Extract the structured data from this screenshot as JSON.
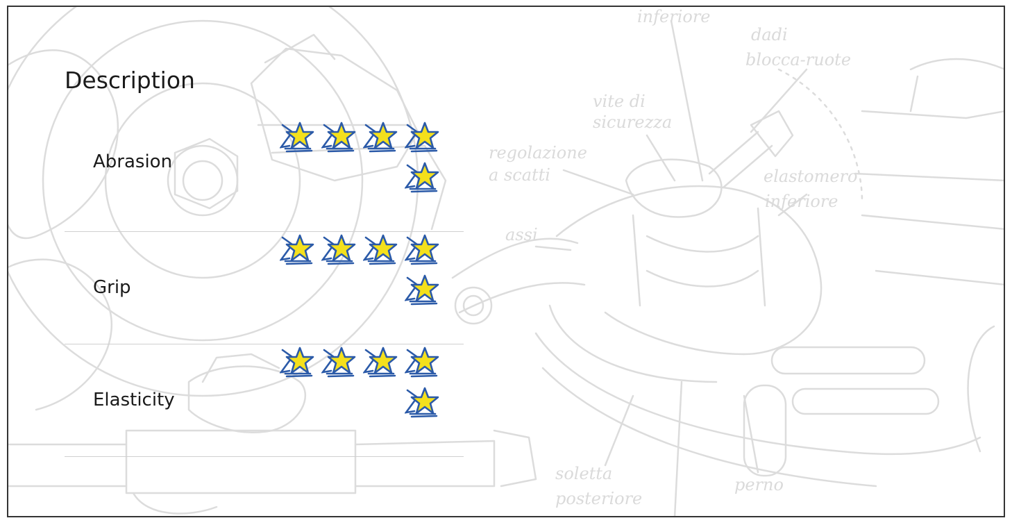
{
  "panel": {
    "title": "Description"
  },
  "ratings": [
    {
      "label": "Abrasion",
      "stars": 5,
      "max": 5
    },
    {
      "label": "Grip",
      "stars": 5,
      "max": 5
    },
    {
      "label": "Elasticity",
      "stars": 5,
      "max": 5
    }
  ],
  "background_labels": {
    "inferiore_top": "inferiore",
    "dadi": "dadi",
    "blocca_ruote": "blocca-ruote",
    "vite_di": "vite di",
    "sicurezza": "sicurezza",
    "regolazione": "regolazione",
    "a_scatti": "a scatti",
    "elastomero": "elastomero",
    "inferiore": "inferiore",
    "assi": "assi",
    "soletta": "soletta",
    "posteriore": "posteriore",
    "perno": "perno"
  },
  "colors": {
    "star_fill": "#f4e01c",
    "star_outline": "#2b5aa8",
    "sketch_line": "#dcdcdc",
    "divider": "#cfcfcf",
    "frame_border": "#333333"
  }
}
